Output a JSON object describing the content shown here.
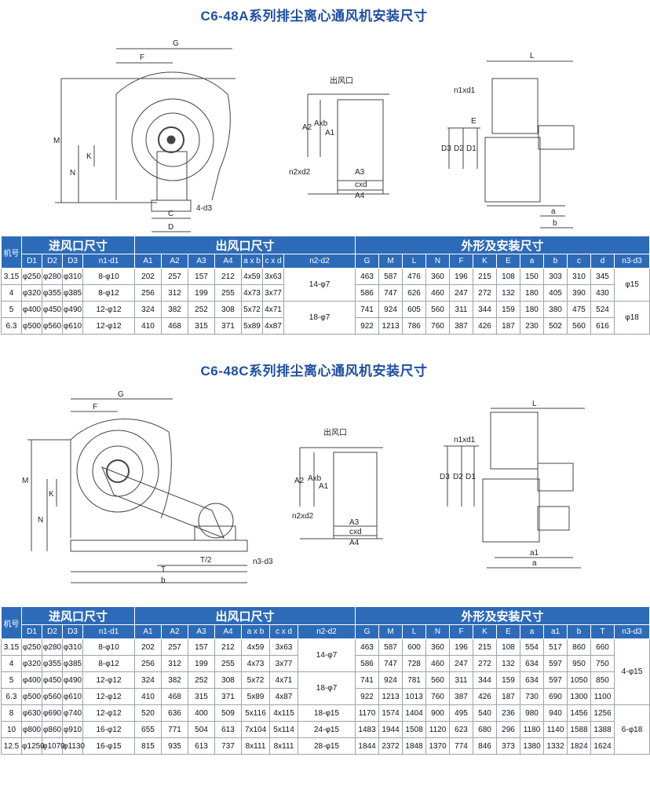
{
  "section_a": {
    "title": "C6-48A系列排尘离心通风机安装尺寸",
    "labels": {
      "G": "G",
      "F": "F",
      "M": "M",
      "N": "N",
      "K": "K",
      "C": "C",
      "D": "D",
      "d3": "4-d3",
      "outlet": "出风口",
      "A2": "A2",
      "Axb": "Axb",
      "A1": "A1",
      "n2xd2": "n2xd2",
      "A3": "A3",
      "cxd": "cxd",
      "A4": "A4",
      "L": "L",
      "n1xd1": "n1xd1",
      "D3": "D3",
      "D2": "D2",
      "D1": "D1",
      "E": "E",
      "a": "a",
      "b": "b"
    },
    "group_headers": {
      "jihao": "机号",
      "inlet": "进风口尺寸",
      "outlet": "出风口尺寸",
      "install": "外形及安装尺寸"
    },
    "columns": [
      "D1",
      "D2",
      "D3",
      "n1-d1",
      "A1",
      "A2",
      "A3",
      "A4",
      "a x b",
      "c x d",
      "n2-d2",
      "G",
      "M",
      "L",
      "N",
      "F",
      "K",
      "E",
      "a",
      "b",
      "c",
      "d",
      "n3-d3"
    ],
    "rows": [
      {
        "no": "3.15",
        "d1": "φ250",
        "d2": "φ280",
        "d3": "φ310",
        "n1d1": "8-φ10",
        "a1": "202",
        "a2": "257",
        "a3": "157",
        "a4": "212",
        "axb": "4x59",
        "cxd": "3x63",
        "g": "463",
        "m": "587",
        "l": "476",
        "n": "360",
        "f": "196",
        "k": "215",
        "e": "108",
        "a": "150",
        "b": "303",
        "c": "310",
        "d": "345"
      },
      {
        "no": "4",
        "d1": "φ320",
        "d2": "φ355",
        "d3": "φ385",
        "n1d1": "8-φ12",
        "a1": "256",
        "a2": "312",
        "a3": "199",
        "a4": "255",
        "axb": "4x73",
        "cxd": "3x77",
        "g": "586",
        "m": "747",
        "l": "626",
        "n": "460",
        "f": "247",
        "k": "272",
        "e": "132",
        "a": "180",
        "b": "405",
        "c": "390",
        "d": "430"
      },
      {
        "no": "5",
        "d1": "φ400",
        "d2": "φ450",
        "d3": "φ490",
        "n1d1": "12-φ12",
        "a1": "324",
        "a2": "382",
        "a3": "252",
        "a4": "308",
        "axb": "5x72",
        "cxd": "4x71",
        "g": "741",
        "m": "924",
        "l": "605",
        "n": "560",
        "f": "311",
        "k": "344",
        "e": "159",
        "a": "180",
        "b": "380",
        "c": "475",
        "d": "524"
      },
      {
        "no": "6.3",
        "d1": "φ500",
        "d2": "φ560",
        "d3": "φ610",
        "n1d1": "12-φ12",
        "a1": "410",
        "a2": "468",
        "a3": "315",
        "a4": "371",
        "axb": "5x89",
        "cxd": "4x87",
        "g": "922",
        "m": "1213",
        "l": "786",
        "n": "760",
        "f": "387",
        "k": "426",
        "e": "187",
        "a": "230",
        "b": "502",
        "c": "560",
        "d": "616"
      }
    ],
    "n2d2": [
      "14-φ7",
      "18-φ7"
    ],
    "n3d3": [
      "φ15",
      "φ18"
    ]
  },
  "section_c": {
    "title": "C6-48C系列排尘离心通风机安装尺寸",
    "labels": {
      "G": "G",
      "F": "F",
      "M": "M",
      "N": "N",
      "K": "K",
      "T2": "T/2",
      "T": "T",
      "b": "b",
      "d3": "n3-d3",
      "outlet": "出风口",
      "A2": "A2",
      "Axb": "Axb",
      "A1": "A1",
      "n2xd2": "n2xd2",
      "A3": "A3",
      "cxd": "cxd",
      "A4": "A4",
      "L": "L",
      "n1xd1": "n1xd1",
      "D3": "D3",
      "D2": "D2",
      "D1": "D1",
      "a1": "a1",
      "a": "a"
    },
    "group_headers": {
      "jihao": "机号",
      "inlet": "进风口尺寸",
      "outlet": "出风口尺寸",
      "install": "外形及安装尺寸"
    },
    "columns": [
      "D1",
      "D2",
      "D3",
      "n1-d1",
      "A1",
      "A2",
      "A3",
      "A4",
      "a x b",
      "c x d",
      "n2-d2",
      "G",
      "M",
      "L",
      "N",
      "F",
      "K",
      "E",
      "a",
      "a1",
      "b",
      "T",
      "n3-d3"
    ],
    "rows": [
      {
        "no": "3.15",
        "d1": "φ250",
        "d2": "φ280",
        "d3": "φ310",
        "n1d1": "8-φ10",
        "a1": "202",
        "a2": "257",
        "a3": "157",
        "a4": "212",
        "axb": "4x59",
        "cxd": "3x63",
        "g": "463",
        "m": "587",
        "l": "600",
        "n": "360",
        "f": "196",
        "k": "215",
        "e": "108",
        "a": "554",
        "a1c": "517",
        "b": "860",
        "t": "660"
      },
      {
        "no": "4",
        "d1": "φ320",
        "d2": "φ355",
        "d3": "φ385",
        "n1d1": "8-φ12",
        "a1": "256",
        "a2": "312",
        "a3": "199",
        "a4": "255",
        "axb": "4x73",
        "cxd": "3x77",
        "g": "586",
        "m": "747",
        "l": "728",
        "n": "460",
        "f": "247",
        "k": "272",
        "e": "132",
        "a": "634",
        "a1c": "597",
        "b": "950",
        "t": "750"
      },
      {
        "no": "5",
        "d1": "φ400",
        "d2": "φ450",
        "d3": "φ490",
        "n1d1": "12-φ12",
        "a1": "324",
        "a2": "382",
        "a3": "252",
        "a4": "308",
        "axb": "5x72",
        "cxd": "4x71",
        "g": "741",
        "m": "924",
        "l": "781",
        "n": "560",
        "f": "311",
        "k": "344",
        "e": "159",
        "a": "634",
        "a1c": "597",
        "b": "1050",
        "t": "850"
      },
      {
        "no": "6.3",
        "d1": "φ500",
        "d2": "φ560",
        "d3": "φ610",
        "n1d1": "12-φ12",
        "a1": "410",
        "a2": "468",
        "a3": "315",
        "a4": "371",
        "axb": "5x89",
        "cxd": "4x87",
        "g": "922",
        "m": "1213",
        "l": "1013",
        "n": "760",
        "f": "387",
        "k": "426",
        "e": "187",
        "a": "730",
        "a1c": "690",
        "b": "1300",
        "t": "1100"
      },
      {
        "no": "8",
        "d1": "φ630",
        "d2": "φ690",
        "d3": "φ740",
        "n1d1": "12-φ12",
        "a1": "520",
        "a2": "636",
        "a3": "400",
        "a4": "509",
        "axb": "5x116",
        "cxd": "4x115",
        "g": "1170",
        "m": "1574",
        "l": "1404",
        "n": "900",
        "f": "495",
        "k": "540",
        "e": "236",
        "a": "980",
        "a1c": "940",
        "b": "1456",
        "t": "1256"
      },
      {
        "no": "10",
        "d1": "φ800",
        "d2": "φ860",
        "d3": "φ910",
        "n1d1": "16-φ12",
        "a1": "655",
        "a2": "771",
        "a3": "504",
        "a4": "613",
        "axb": "7x104",
        "cxd": "5x114",
        "g": "1483",
        "m": "1944",
        "l": "1508",
        "n": "1120",
        "f": "623",
        "k": "680",
        "e": "296",
        "a": "1180",
        "a1c": "1140",
        "b": "1588",
        "t": "1388"
      },
      {
        "no": "12.5",
        "d1": "φ1250",
        "d2": "φ1070",
        "d3": "φ1130",
        "n1d1": "16-φ15",
        "a1": "815",
        "a2": "935",
        "a3": "613",
        "a4": "737",
        "axb": "8x111",
        "cxd": "8x111",
        "g": "1844",
        "m": "2372",
        "l": "1848",
        "n": "1370",
        "f": "774",
        "k": "846",
        "e": "373",
        "a": "1380",
        "a1c": "1332",
        "b": "1824",
        "t": "1624"
      }
    ],
    "n2d2": [
      "14-φ7",
      "18-φ7",
      "18-φ15",
      "24-φ15",
      "28-φ15"
    ],
    "n3d3": [
      "4-φ15",
      "6-φ18"
    ]
  }
}
